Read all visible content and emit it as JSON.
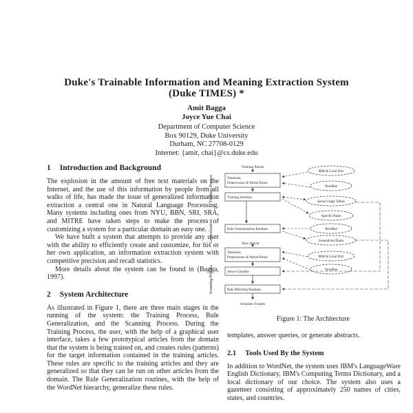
{
  "doc": {
    "title1": "Duke's Trainable Information and Meaning Extraction System",
    "title2": "(Duke TIMES) *",
    "authors": [
      "Amit Bagga",
      "Joyce Yue Chai"
    ],
    "affil": [
      "Department of Computer Science",
      "Box 90129, Duke University",
      "Durham, NC  27708-0129",
      "Internet:   {amit, chai}@cs.duke.edu"
    ]
  },
  "s1": {
    "num": "1",
    "title": "Introduction and Background",
    "p1": "The explosion in the amount of free text materials on the Internet, and the use of this information by people from all walks of life, has made the issue of generalized information extraction a central one in Natural Language Processing. Many systems including ones from NYU, BBN, SRI, SRA, and MITRE have taken steps to make the process of customizing a system for a particular domain an easy one.",
    "p2": "We have built a system that attempts to provide any user with the ability to efficiently create and customize, for his or her own application, an information extraction system with competitive precision and recall statistics.",
    "p3": "More details about the system can be found in (Bagga, 1997)."
  },
  "s2": {
    "num": "2",
    "title": "System Architecture",
    "p1": "As illustrated in Figure 1, there are three main stages in the running of the system: the Training Process, Rule Generalization, and the Scanning Process. During the Training Process, the user, with the help of a graphical user interface, takes a few prototypical articles from the domain that the system is being trained on, and creates rules (patterns) for the target information contained in the training articles. These rules are specific to the training articles and they are generalized so that they can be run on other articles from the domain. The Rule Generalization routines, with the help of the WordNet hierarchy, generalize these rules."
  },
  "s21": {
    "cont": "templates, answer queries, or generate abstracts.",
    "num": "2.1",
    "title": "Tools Used By the System",
    "p1": "In addition to WordNet, the system uses IBM's LanguageWare English Dictionary, IBM's Computing Terms Dictionary, and a local dictionary of our choice. The system also uses a gazetteer consisting of approximately 250 names of cities, states, and countries."
  },
  "fig": {
    "caption": "Figure 1: The Architecture",
    "side": [
      "Training Process",
      "Generalization",
      "Scanning Process"
    ],
    "training_article": "Training Article",
    "new_article": "New Article",
    "semantic_frames": "Semantic Frames",
    "box1a": "Tokenizer,",
    "box1b": "Preprocessor & Partial Parser",
    "box2": "Training Interface",
    "box3": "Rule Generalization Routines",
    "box4a": "Tokenizer,",
    "box4b": "Preprocessor & Partial Parser",
    "box5": "Sense Classifier",
    "box6": "Rule Matching Routines",
    "ovals": [
      "IBM & Local Dict",
      "WordNet",
      "Sense Usage Tables",
      "Specific Rules",
      "WordNet",
      "Generalized Rules",
      "IBM & Local Dict",
      "WordNet"
    ]
  }
}
